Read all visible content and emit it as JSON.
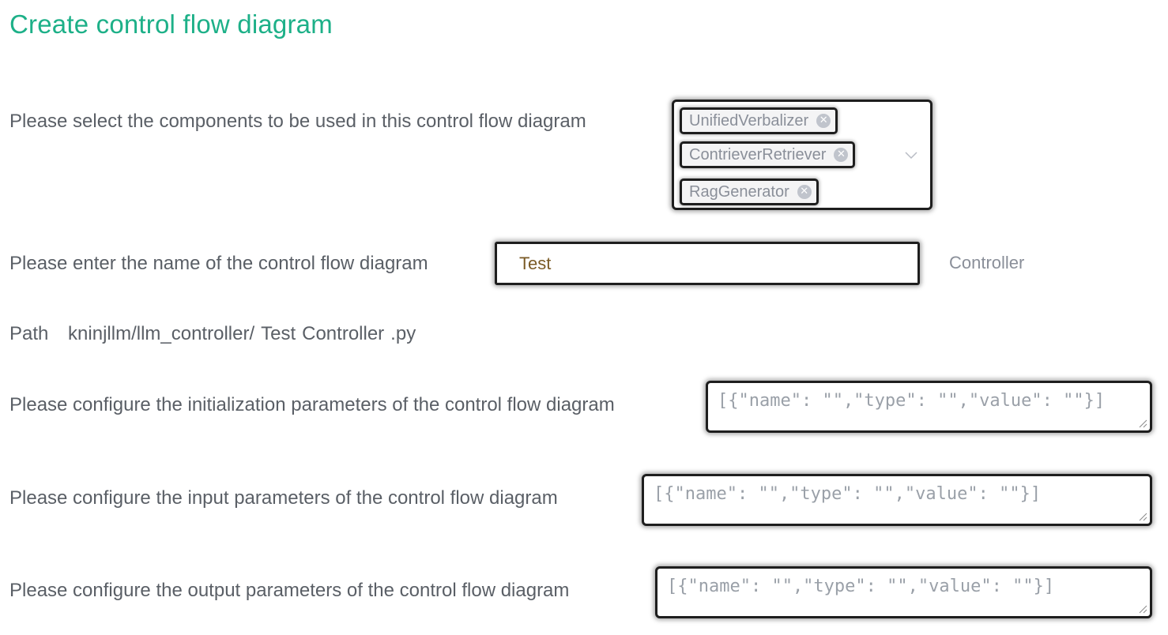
{
  "title": "Create control flow diagram",
  "components": {
    "label": "Please select the components to be used in this control flow diagram",
    "selected": [
      "UnifiedVerbalizer",
      "ContrieverRetriever",
      "RagGenerator"
    ]
  },
  "name": {
    "label": "Please enter the name of the control flow diagram",
    "value": "Test",
    "suffix": "Controller"
  },
  "path": {
    "label": "Path",
    "prefix": "kninjllm/llm_controller/",
    "name": "Test",
    "suffix": "Controller",
    "ext": ".py"
  },
  "init_params": {
    "label": "Please configure the initialization parameters of the control flow diagram",
    "placeholder": "[{\"name\": \"\",\"type\": \"\",\"value\": \"\"}]"
  },
  "input_params": {
    "label": "Please configure the input parameters of the control flow diagram",
    "placeholder": "[{\"name\": \"\",\"type\": \"\",\"value\": \"\"}]"
  },
  "output_params": {
    "label": "Please configure the output parameters of the control flow diagram",
    "placeholder": "[{\"name\": \"\",\"type\": \"\",\"value\": \"\"}]"
  }
}
